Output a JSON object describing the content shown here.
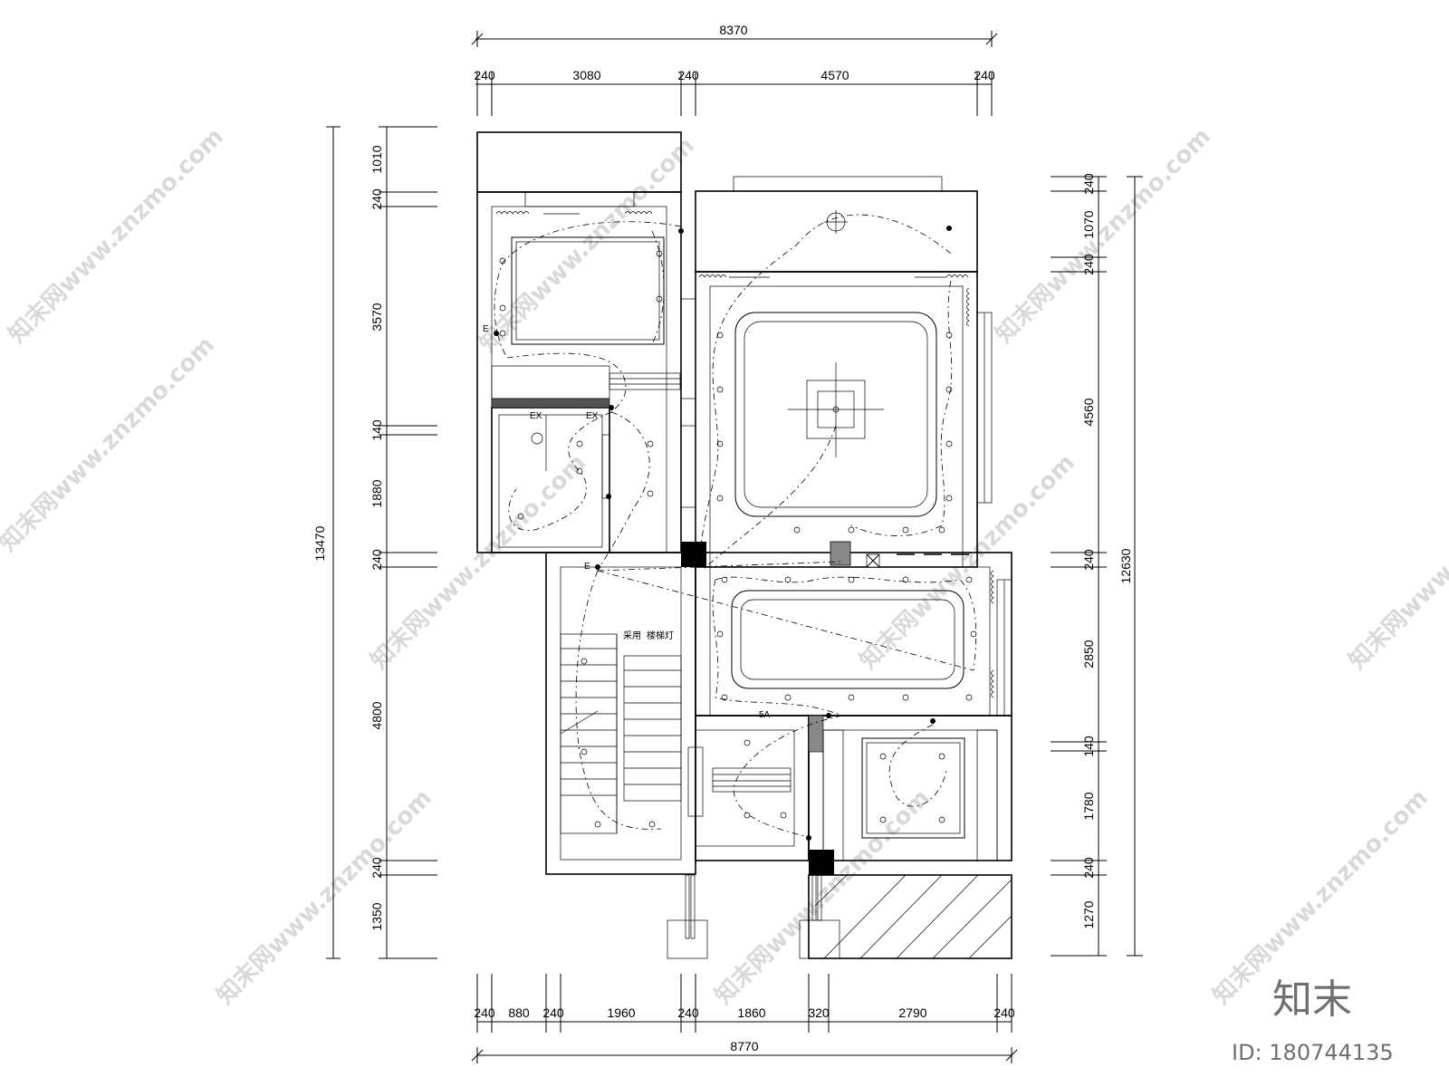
{
  "dimensions": {
    "top_total": "8370",
    "top": [
      "240",
      "3080",
      "240",
      "4570",
      "240"
    ],
    "bottom_total": "8770",
    "bottom": [
      "240",
      "880",
      "240",
      "1960",
      "240",
      "1860",
      "320",
      "2790",
      "240"
    ],
    "left_total": "13470",
    "left": [
      "1010",
      "240",
      "3570",
      "140",
      "1880",
      "240",
      "4800",
      "240",
      "1350"
    ],
    "right_total": "12630",
    "right": [
      "240",
      "1070",
      "240",
      "4560",
      "240",
      "2850",
      "140",
      "1780",
      "240",
      "1270"
    ]
  },
  "labels": {
    "ex1": "EX",
    "ex2": "EX",
    "stair_light": "楼梯灯",
    "stair_prefix": "采用",
    "switch_5a": "5A",
    "switch_e1": "E",
    "switch_e2": "E"
  },
  "watermark": {
    "text": "知末网www.znzmo.com",
    "brand": "知末",
    "id": "ID: 180744135"
  }
}
